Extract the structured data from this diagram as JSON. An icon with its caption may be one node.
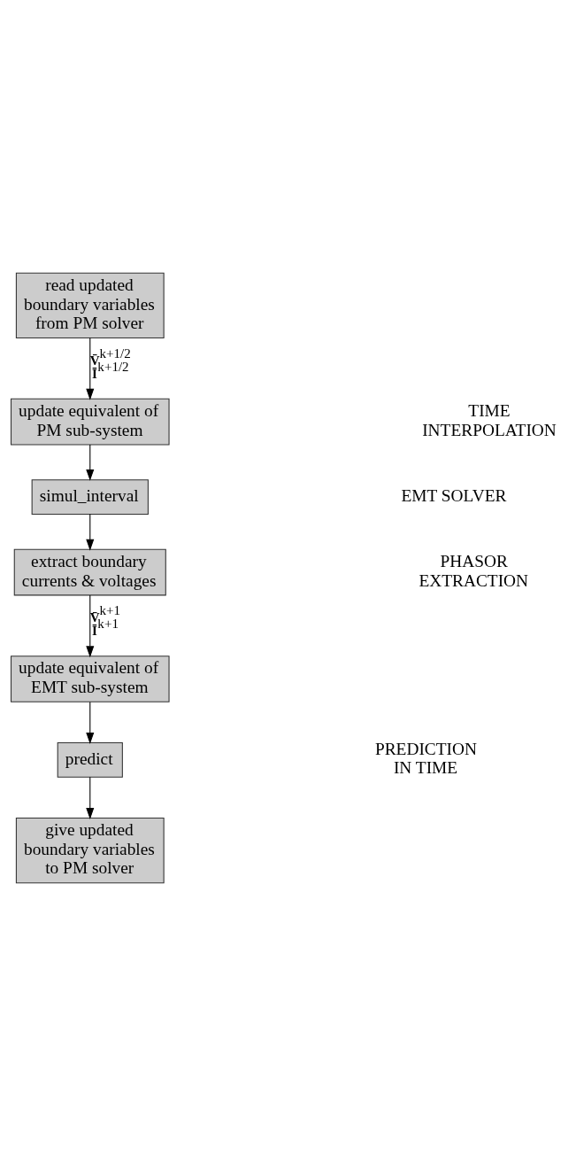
{
  "diagram": {
    "nodes": [
      {
        "text": [
          "read updated boundary variables from PM solver"
        ]
      },
      {
        "text": [
          "update equivalent of PM sub-system"
        ]
      },
      {
        "text": [
          "simul_interval"
        ]
      },
      {
        "text": [
          "extract boundary currents & voltages"
        ]
      },
      {
        "text": [
          "update equivalent of EMT sub-system"
        ]
      },
      {
        "text": [
          "predict"
        ]
      },
      {
        "text": [
          "give updated boundary variables to PM solver"
        ]
      }
    ],
    "edges": [
      {
        "from": 0,
        "to": 1,
        "arrow": "to",
        "label": "**V̄**$^{k+1/2}$ **Ī**$^{k+1/2}$"
      },
      {
        "from": 1,
        "to": 2,
        "arrow": "to"
      },
      {
        "from": 2,
        "to": 3,
        "arrow": "to"
      },
      {
        "from": 3,
        "to": 4,
        "arrow": "to",
        "label": "**V̄**$^{k+1}$ **Ī**$^{k+1}$"
      },
      {
        "from": 4,
        "to": 5,
        "arrow": "to"
      },
      {
        "from": 5,
        "to": 6,
        "arrow": "to"
      }
    ],
    "labels": [
      "TIME INTERPOLATION",
      "EMT SOLVER",
      "PHASOR EXTRACTION",
      "PREDICTION IN TIME"
    ]
  }
}
